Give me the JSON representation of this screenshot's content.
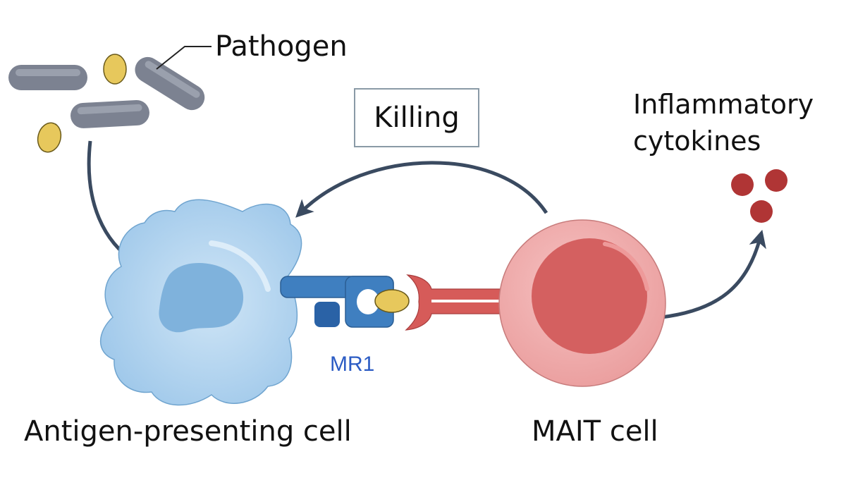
{
  "labels": {
    "pathogen": "Pathogen",
    "killing": "Killing",
    "inflammatory": "Inflammatory",
    "cytokines": "cytokines",
    "mr1": "MR1",
    "apc": "Antigen-presenting cell",
    "mait": "MAIT cell"
  },
  "colors": {
    "arrow": "#3a4a60",
    "bacteria": "#7c8291",
    "antigen": "#e7c85c",
    "apc": "#a7cdeb",
    "apc_nucleus": "#7fb2dc",
    "mr1": "#3f7fc0",
    "mr1_label": "#2c5cc4",
    "mait": "#eea4a4",
    "mait_nucleus": "#d46060",
    "tcr": "#d65b59",
    "cytokine": "#b03535"
  },
  "icons": [
    "rod-bacterium-icon",
    "antigen-particle-icon",
    "cytokine-icon"
  ]
}
